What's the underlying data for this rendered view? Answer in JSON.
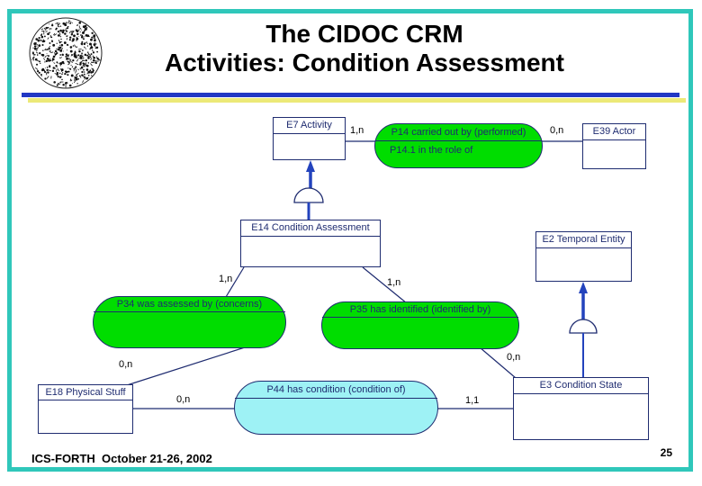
{
  "slide": {
    "title_line1": "The CIDOC CRM",
    "title_line2": "Activities: Condition Assessment",
    "footer": "ICS-FORTH  October 21-26, 2002",
    "page_number": "25"
  },
  "colors": {
    "frame_teal": "#2fc7ba",
    "rule_blue": "#2238c4",
    "rule_yellow": "#ece978",
    "diagram_navy": "#1f2c70",
    "property_green": "#00dd00",
    "property_cyan": "#9ef2f5",
    "isa_arrow_blue": "#2343bd",
    "text_black": "#000000"
  },
  "icons": {
    "logo": "phaistos-disc-logo",
    "isa_connector": "half-circle-isa-symbol"
  },
  "diagram": {
    "e7": {
      "label": "E7 Activity"
    },
    "e39": {
      "label": "E39 Actor"
    },
    "e14": {
      "label": "E14 Condition Assessment"
    },
    "e2": {
      "label": "E2 Temporal Entity"
    },
    "e18": {
      "label": "E18 Physical Stuff"
    },
    "e3": {
      "label": "E3 Condition State"
    },
    "p14": {
      "label": "P14 carried out by (performed)",
      "role": "P14.1 in the role of"
    },
    "p34": {
      "label": "P34 was assessed by (concerns)"
    },
    "p35": {
      "label": "P35 has identified (identified by)"
    },
    "p44": {
      "label": "P44 has condition (condition of)"
    },
    "multiplicities": {
      "e7_p14": "1,n",
      "p14_e39": "0,n",
      "e14_p34": "1,n",
      "e14_p35": "1,n",
      "p34_e18": "0,n",
      "p35_e3": "0,n",
      "e18_p44": "0,n",
      "p44_e3": "1,1"
    }
  }
}
